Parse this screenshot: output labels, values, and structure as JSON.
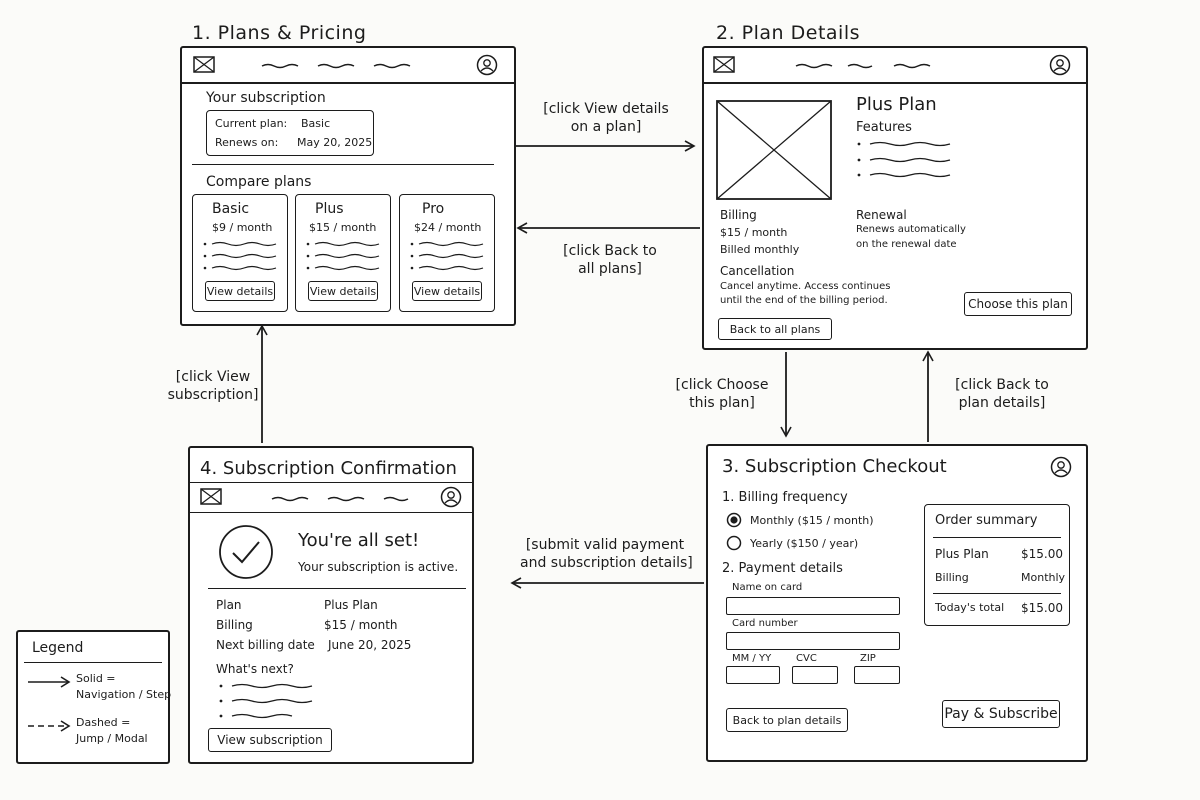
{
  "screens": {
    "plans": {
      "title": "1. Plans & Pricing",
      "your_subscription": "Your subscription",
      "current_plan_label": "Current plan:",
      "current_plan_value": "Basic",
      "renews_label": "Renews on:",
      "renews_value": "May 20, 2025",
      "compare_plans": "Compare plans",
      "cards": [
        {
          "name": "Basic",
          "price": "$9 / month",
          "button": "View details"
        },
        {
          "name": "Plus",
          "price": "$15 / month",
          "button": "View details"
        },
        {
          "name": "Pro",
          "price": "$24 / month",
          "button": "View details"
        }
      ]
    },
    "details": {
      "title": "2. Plan Details",
      "plan_name": "Plus Plan",
      "features": "Features",
      "billing_heading": "Billing",
      "billing_price": "$15 / month",
      "billing_cycle": "Billed monthly",
      "renewal_heading": "Renewal",
      "renewal_line1": "Renews automatically",
      "renewal_line2": "on the renewal date",
      "cancellation_heading": "Cancellation",
      "cancellation_line1": "Cancel anytime. Access continues",
      "cancellation_line2": "until the end of the billing period.",
      "choose_button": "Choose this plan",
      "back_button": "Back to all plans"
    },
    "checkout": {
      "title": "3. Subscription Checkout",
      "billing_frequency": "1. Billing frequency",
      "monthly_option": "Monthly ($15 / month)",
      "yearly_option": "Yearly ($150 / year)",
      "payment_details": "2. Payment details",
      "name_on_card": "Name on card",
      "card_number": "Card number",
      "mm_yy": "MM / YY",
      "cvc": "CVC",
      "zip": "ZIP",
      "order_summary": "Order summary",
      "summary_plan_label": "Plus Plan",
      "summary_plan_value": "$15.00",
      "summary_billing_label": "Billing",
      "summary_billing_value": "Monthly",
      "summary_total_label": "Today's total",
      "summary_total_value": "$15.00",
      "back_button": "Back to plan details",
      "pay_button": "Pay & Subscribe"
    },
    "confirmation": {
      "title": "4. Subscription Confirmation",
      "headline": "You're all set!",
      "subhead": "Your subscription is active.",
      "plan_label": "Plan",
      "plan_value": "Plus Plan",
      "billing_label": "Billing",
      "billing_value": "$15 / month",
      "next_label": "Next billing date",
      "next_value": "June 20, 2025",
      "whats_next": "What's next?",
      "view_button": "View subscription"
    }
  },
  "transitions": {
    "t1_line1": "[click View details",
    "t1_line2": "on a plan]",
    "t2_line1": "[click Back to",
    "t2_line2": "all plans]",
    "t3_line1": "[click Choose",
    "t3_line2": "this plan]",
    "t4_line1": "[click Back to",
    "t4_line2": "plan details]",
    "t5_line1": "[submit valid payment",
    "t5_line2": "and subscription details]",
    "t6_line1": "[click View",
    "t6_line2": "subscription]"
  },
  "legend": {
    "title": "Legend",
    "solid_line1": "Solid =",
    "solid_line2": "Navigation / Step",
    "dashed_line1": "Dashed =",
    "dashed_line2": "Jump / Modal"
  }
}
